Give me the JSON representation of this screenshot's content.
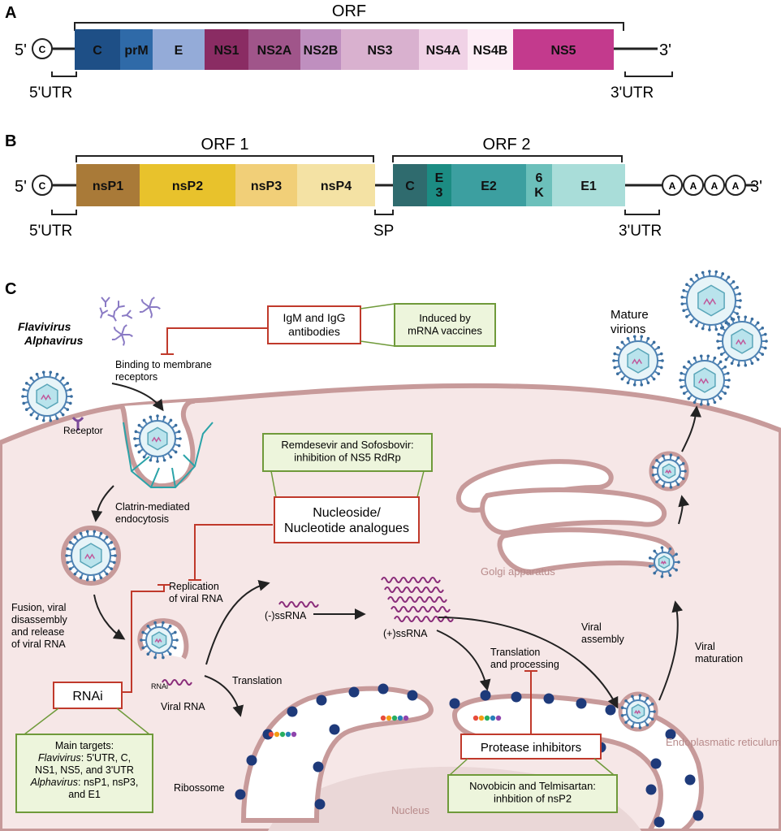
{
  "panelA": {
    "letter": "A",
    "orf_label": "ORF",
    "five_prime": "5'",
    "three_prime": "3'",
    "cap": "C",
    "utr5": "5'UTR",
    "utr3": "3'UTR",
    "segments": [
      {
        "label": "C",
        "color": "#1e4f86",
        "text_color": "#0f1d33"
      },
      {
        "label": "prM",
        "color": "#2f6aa8",
        "text_color": "#0f1d33"
      },
      {
        "label": "E",
        "color": "#94abd8",
        "text_color": "#0f1d33"
      },
      {
        "label": "NS1",
        "color": "#8a2c63",
        "text_color": "#0f1d33"
      },
      {
        "label": "NS2A",
        "color": "#a0558a",
        "text_color": "#0f1d33"
      },
      {
        "label": "NS2B",
        "color": "#bf8fbf",
        "text_color": "#0f1d33"
      },
      {
        "label": "NS3",
        "color": "#d9b1cf",
        "text_color": "#0f1d33"
      },
      {
        "label": "NS4A",
        "color": "#f0d2e6",
        "text_color": "#0f1d33"
      },
      {
        "label": "NS4B",
        "color": "#fdeef6",
        "text_color": "#0f1d33"
      },
      {
        "label": "NS5",
        "color": "#c33a8d",
        "text_color": "#0f1d33"
      }
    ]
  },
  "panelB": {
    "letter": "B",
    "orf1_label": "ORF 1",
    "orf2_label": "ORF 2",
    "five_prime": "5'",
    "three_prime": "3'",
    "cap": "C",
    "utr5": "5'UTR",
    "utr3": "3'UTR",
    "sp": "SP",
    "poly_a": [
      "A",
      "A",
      "A",
      "A"
    ],
    "orf1_segments": [
      {
        "label": "nsP1",
        "color": "#a97a38"
      },
      {
        "label": "nsP2",
        "color": "#e8c22c"
      },
      {
        "label": "nsP3",
        "color": "#f1cf78"
      },
      {
        "label": "nsP4",
        "color": "#f4e2a4"
      }
    ],
    "orf2_segments": [
      {
        "label": "C",
        "color": "#2f6b6e"
      },
      {
        "label": "E\n3",
        "color": "#1c8c83"
      },
      {
        "label": "E2",
        "color": "#3c9fa0"
      },
      {
        "label": "6\nK",
        "color": "#6cc0bb"
      },
      {
        "label": "E1",
        "color": "#a9ddd9"
      }
    ]
  },
  "panelC": {
    "letter": "C",
    "virus_names": [
      "Flavivirus",
      "Alphavirus"
    ],
    "antibodies_box": "IgM and IgG\nantibodies",
    "vaccines_box": "Induced by\nmRNA vaccines",
    "binding_label": "Binding to membrane\nreceptors",
    "receptor_label": "Receptor",
    "endocytosis_label": "Clatrin-mediated\nendocytosis",
    "remdesivir_box": "Remdesevir and Sofosbovir:\ninhibition of NS5 RdRp",
    "nucleoside_box": "Nucleoside/\nNucleotide analogues",
    "replication_label": "Replication\nof viral RNA",
    "fusion_label": "Fusion, viral\ndisassembly\nand release\nof viral RNA",
    "rnai_box": "RNAi",
    "rnai_small": "RNAi",
    "viral_rna_label": "Viral RNA",
    "translation_label": "Translation",
    "minus_ssrna": "(-)ssRNA",
    "plus_ssrna": "(+)ssRNA",
    "golgi_label": "Golgi\napparatus",
    "mature_label": "Mature\nvirions",
    "viral_assembly": "Viral\nassembly",
    "viral_maturation": "Viral\nmaturation",
    "translation_processing": "Translation\nand processing",
    "protease_box": "Protease inhibitors",
    "novobicin_box": "Novobicin and Telmisartan:\ninhbition of nsP2",
    "er_label": "Endoplasmatic\nreticulum",
    "ribosome_label": "Ribossome",
    "nucleus_label": "Nucleus",
    "targets_lines": [
      {
        "parts": [
          {
            "text": "Main targets:",
            "italic": false
          }
        ]
      },
      {
        "parts": [
          {
            "text": "Flavivirus",
            "italic": true
          },
          {
            "text": ": 5'UTR, C,",
            "italic": false
          }
        ]
      },
      {
        "parts": [
          {
            "text": "NS1, NS5, and 3'UTR",
            "italic": false
          }
        ]
      },
      {
        "parts": [
          {
            "text": "Alphavirus",
            "italic": true
          },
          {
            "text": ": nsP1, nsP3,",
            "italic": false
          }
        ]
      },
      {
        "parts": [
          {
            "text": "and E1",
            "italic": false
          }
        ]
      }
    ],
    "colors": {
      "inhibitor_red": "#c0392b",
      "green_box_fill": "#edf5dc",
      "green_box_stroke": "#6f9a3a",
      "cell_fill": "#f6e7e7",
      "membrane": "#c79a9a",
      "ribosome": "#1e3a7a",
      "virus_spike": "#4e82b3",
      "virus_core": "#b9e3ec"
    }
  }
}
